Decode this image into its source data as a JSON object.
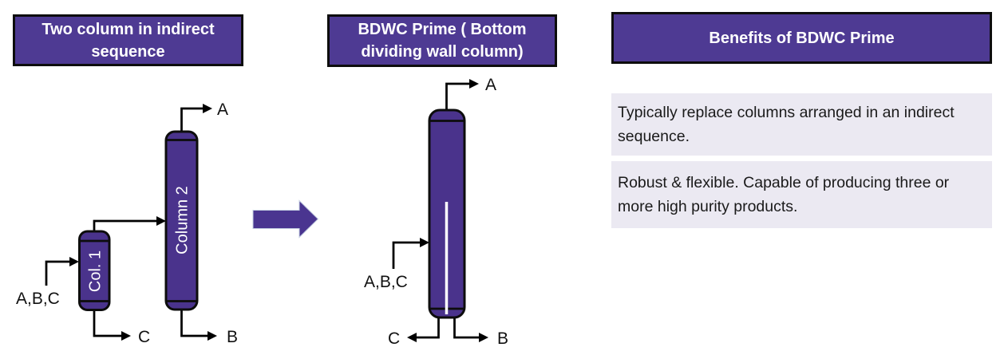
{
  "headers": {
    "left": "Two column in indirect\nsequence",
    "middle": "BDWC Prime ( Bottom\ndividing wall column)",
    "right": "Benefits of BDWC Prime"
  },
  "left_diagram": {
    "col1_label": "Col. 1",
    "col2_label": "Column 2",
    "feed_label": "A,B,C",
    "top_product": "A",
    "col1_bottom_product": "C",
    "col2_bottom_product": "B"
  },
  "middle_diagram": {
    "feed_label": "A,B,C",
    "top_product": "A",
    "bottom_left_product": "C",
    "bottom_right_product": "B"
  },
  "benefits": [
    {
      "text": "Typically replace columns arranged in an indirect\nsequence."
    },
    {
      "text": "Robust & flexible. Capable of producing three or\nmore high purity products."
    }
  ],
  "colors": {
    "header_bg": "#4E3A93",
    "header_text": "#FFFFFF",
    "header_border": "#0D0D0D",
    "vessel_fill": "#4A338C",
    "vessel_outline": "#0D0D0D",
    "transform_arrow": "#4A3590",
    "benefit_bg": "#EBE9F2",
    "benefit_text": "#1A1A1A",
    "flow_line": "#000000",
    "dividing_wall": "#FFFFFF"
  }
}
